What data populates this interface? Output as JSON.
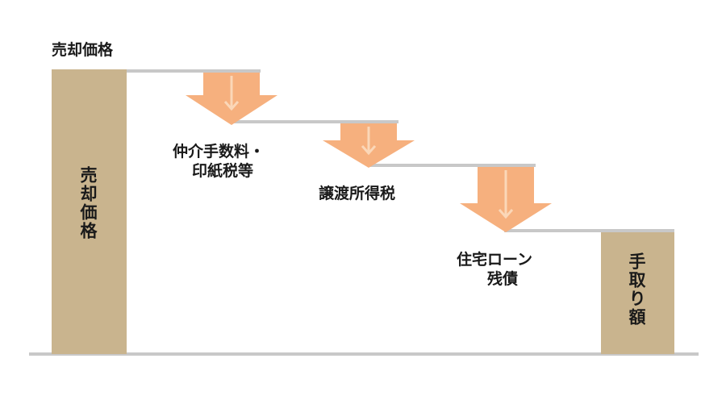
{
  "title": "売却価格",
  "bars": {
    "sale_price": "売却価格",
    "net_proceeds": "手取り額"
  },
  "deductions": [
    {
      "line1": "仲介手数料・",
      "line2": "印紙税等"
    },
    {
      "line1": "譲渡所得税",
      "line2": ""
    },
    {
      "line1": "住宅ローン",
      "line2": "残債"
    }
  ],
  "colors": {
    "bar": "#c9b48e",
    "arrow": "#f6b07e",
    "arrow_inner": "#fbd7b8",
    "step_line": "#c8c8c8",
    "baseline": "#c8c8c8"
  }
}
